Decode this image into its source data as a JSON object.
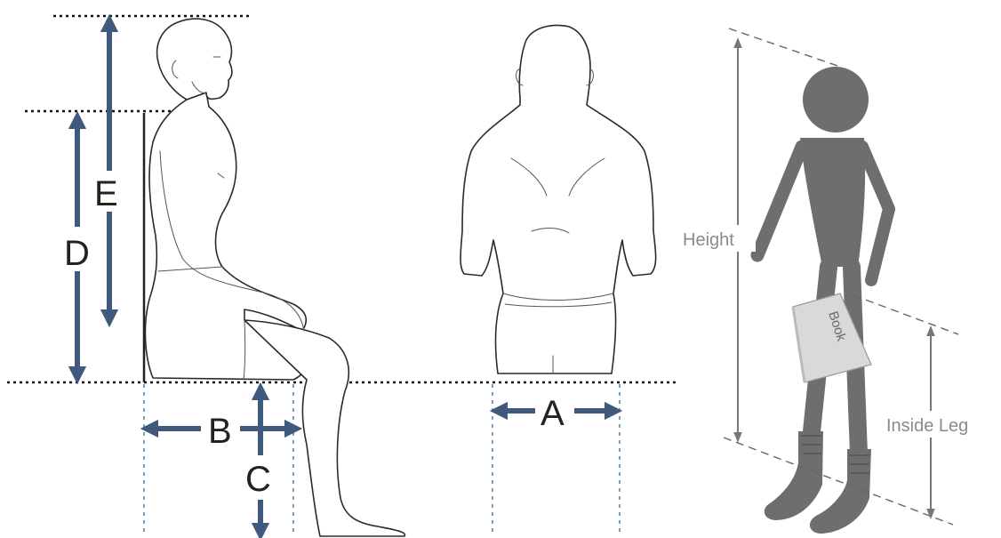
{
  "labels": {
    "a": "A",
    "b": "B",
    "c": "C",
    "d": "D",
    "e": "E",
    "height": "Height",
    "inside_leg": "Inside Leg",
    "book": "Book"
  },
  "colors": {
    "arrow_blue": "#3f5a7e",
    "guide_blue": "#2c6fa8",
    "figure_gray": "#6e6e6e",
    "text_gray": "#8a8a8a"
  }
}
